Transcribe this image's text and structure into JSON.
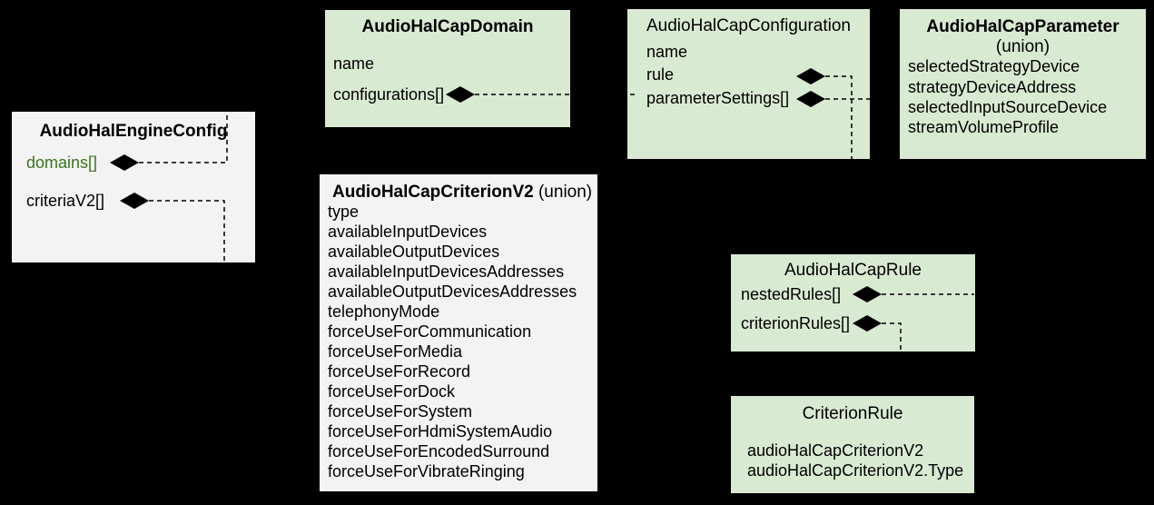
{
  "colors": {
    "background": "#000000",
    "green_box": "#d9ead3",
    "gray_box": "#f3f3f3",
    "text": "#000000",
    "accent_text": "#38761d",
    "connector": "#000000"
  },
  "boxes": {
    "engine_config": {
      "title": "AudioHalEngineConfig",
      "fields": [
        "domains[]",
        "criteriaV2[]"
      ]
    },
    "cap_domain": {
      "title": "AudioHalCapDomain",
      "fields": [
        "name",
        "configurations[]"
      ]
    },
    "cap_configuration": {
      "title": "AudioHalCapConfiguration",
      "fields": [
        "name",
        "rule",
        "parameterSettings[]"
      ]
    },
    "cap_parameter": {
      "title": "AudioHalCapParameter",
      "subtitle": "(union)",
      "fields": [
        "selectedStrategyDevice",
        "strategyDeviceAddress",
        "selectedInputSourceDevice",
        "streamVolumeProfile"
      ]
    },
    "criterion_v2": {
      "title": "AudioHalCapCriterionV2",
      "title_suffix": " (union)",
      "fields": [
        "type",
        "availableInputDevices",
        "availableOutputDevices",
        "availableInputDevicesAddresses",
        "availableOutputDevicesAddresses",
        "telephonyMode",
        "forceUseForCommunication",
        "forceUseForMedia",
        "forceUseForRecord",
        "forceUseForDock",
        "forceUseForSystem",
        "forceUseForHdmiSystemAudio",
        "forceUseForEncodedSurround",
        "forceUseForVibrateRinging"
      ]
    },
    "cap_rule": {
      "title": "AudioHalCapRule",
      "fields": [
        "nestedRules[]",
        "criterionRules[]"
      ]
    },
    "criterion_rule": {
      "title": "CriterionRule",
      "fields": [
        "audioHalCapCriterionV2",
        "audioHalCapCriterionV2.Type"
      ]
    }
  },
  "connections": [
    {
      "from": "AudioHalEngineConfig.domains[]",
      "to": "AudioHalCapDomain",
      "kind": "composition-dashed"
    },
    {
      "from": "AudioHalEngineConfig.criteriaV2[]",
      "to": "AudioHalCapCriterionV2",
      "kind": "composition-dashed"
    },
    {
      "from": "AudioHalCapDomain.configurations[]",
      "to": "AudioHalCapConfiguration",
      "kind": "composition-dashed"
    },
    {
      "from": "AudioHalCapConfiguration.rule",
      "to": "AudioHalCapRule",
      "kind": "composition-dashed"
    },
    {
      "from": "AudioHalCapConfiguration.parameterSettings[]",
      "to": "AudioHalCapParameter",
      "kind": "composition-dashed"
    },
    {
      "from": "AudioHalCapRule.nestedRules[]",
      "to": "AudioHalCapRule",
      "kind": "composition-dashed"
    },
    {
      "from": "AudioHalCapRule.criterionRules[]",
      "to": "CriterionRule",
      "kind": "composition-dashed"
    }
  ]
}
